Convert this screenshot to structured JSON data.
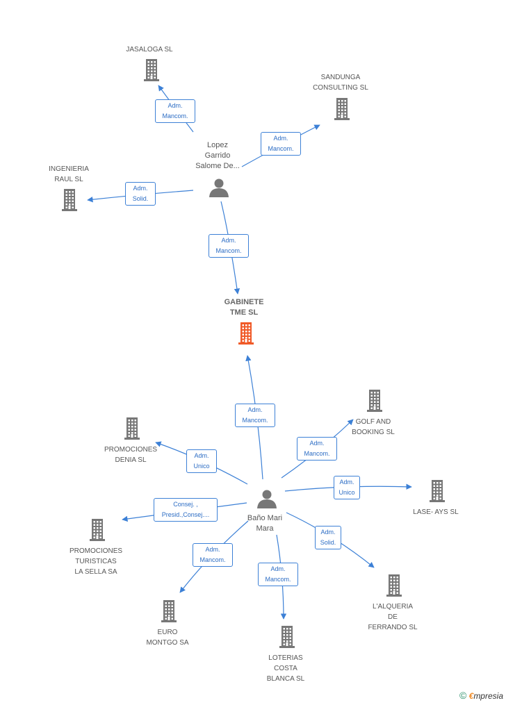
{
  "colors": {
    "edge": "#3c80d6",
    "company": "#777777",
    "main_company": "#f05a28",
    "person": "#777777"
  },
  "nodes": {
    "gabinete": {
      "label": "GABINETE\nTME SL",
      "kind": "main",
      "icon": "building-icon"
    },
    "lopez": {
      "label": "Lopez\nGarrido\nSalome De...",
      "kind": "person",
      "icon": "person-icon"
    },
    "bano": {
      "label": "Baño Mari\nMara",
      "kind": "person",
      "icon": "person-icon"
    },
    "jasaloga": {
      "label": "JASALOGA  SL",
      "kind": "company",
      "icon": "building-icon"
    },
    "sandunga": {
      "label": "SANDUNGA\nCONSULTING  SL",
      "kind": "company",
      "icon": "building-icon"
    },
    "ingenieria": {
      "label": "INGENIERIA\nRAUL  SL",
      "kind": "company",
      "icon": "building-icon"
    },
    "golf": {
      "label": "GOLF AND\nBOOKING SL",
      "kind": "company",
      "icon": "building-icon"
    },
    "promo_denia": {
      "label": "PROMOCIONES\nDENIA SL",
      "kind": "company",
      "icon": "building-icon"
    },
    "lase": {
      "label": "LASE- AYS SL",
      "kind": "company",
      "icon": "building-icon"
    },
    "promo_sella": {
      "label": "PROMOCIONES\nTURISTICAS\nLA SELLA SA",
      "kind": "company",
      "icon": "building-icon"
    },
    "alqueria": {
      "label": "L'ALQUERIA\nDE\nFERRANDO SL",
      "kind": "company",
      "icon": "building-icon"
    },
    "euro": {
      "label": "EURO\nMONTGO SA",
      "kind": "company",
      "icon": "building-icon"
    },
    "loterias": {
      "label": "LOTERIAS\nCOSTA\nBLANCA  SL",
      "kind": "company",
      "icon": "building-icon"
    }
  },
  "edges": [
    {
      "from": "lopez",
      "to": "jasaloga",
      "label": "Adm.\nMancom."
    },
    {
      "from": "lopez",
      "to": "sandunga",
      "label": "Adm.\nMancom."
    },
    {
      "from": "lopez",
      "to": "ingenieria",
      "label": "Adm.\nSolid."
    },
    {
      "from": "lopez",
      "to": "gabinete",
      "label": "Adm.\nMancom."
    },
    {
      "from": "bano",
      "to": "gabinete",
      "label": "Adm.\nMancom."
    },
    {
      "from": "bano",
      "to": "golf",
      "label": "Adm.\nMancom."
    },
    {
      "from": "bano",
      "to": "promo_denia",
      "label": "Adm.\nUnico"
    },
    {
      "from": "bano",
      "to": "lase",
      "label": "Adm.\nUnico"
    },
    {
      "from": "bano",
      "to": "promo_sella",
      "label": "Consej. ,\nPresid.,Consej...."
    },
    {
      "from": "bano",
      "to": "alqueria",
      "label": "Adm.\nSolid."
    },
    {
      "from": "bano",
      "to": "euro",
      "label": "Adm.\nMancom."
    },
    {
      "from": "bano",
      "to": "loterias",
      "label": "Adm.\nMancom."
    }
  ],
  "footer": {
    "copyright": "©",
    "brand_e": "€",
    "brand_rest": "mpresia"
  }
}
